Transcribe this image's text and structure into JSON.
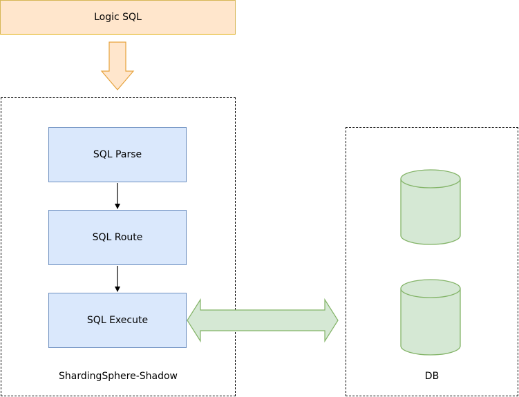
{
  "logic": {
    "label": "Logic SQL"
  },
  "steps": {
    "parse": "SQL Parse",
    "route": "SQL Route",
    "execute": "SQL Execute"
  },
  "containers": {
    "shadow_label": "ShardingSphere-Shadow",
    "db_label": "DB"
  },
  "colors": {
    "logic_fill": "#ffe6cc",
    "logic_stroke": "#d6b656",
    "step_fill": "#dae8fc",
    "step_stroke": "#6c8ebf",
    "db_fill": "#d5e8d4",
    "db_stroke": "#82b366"
  }
}
